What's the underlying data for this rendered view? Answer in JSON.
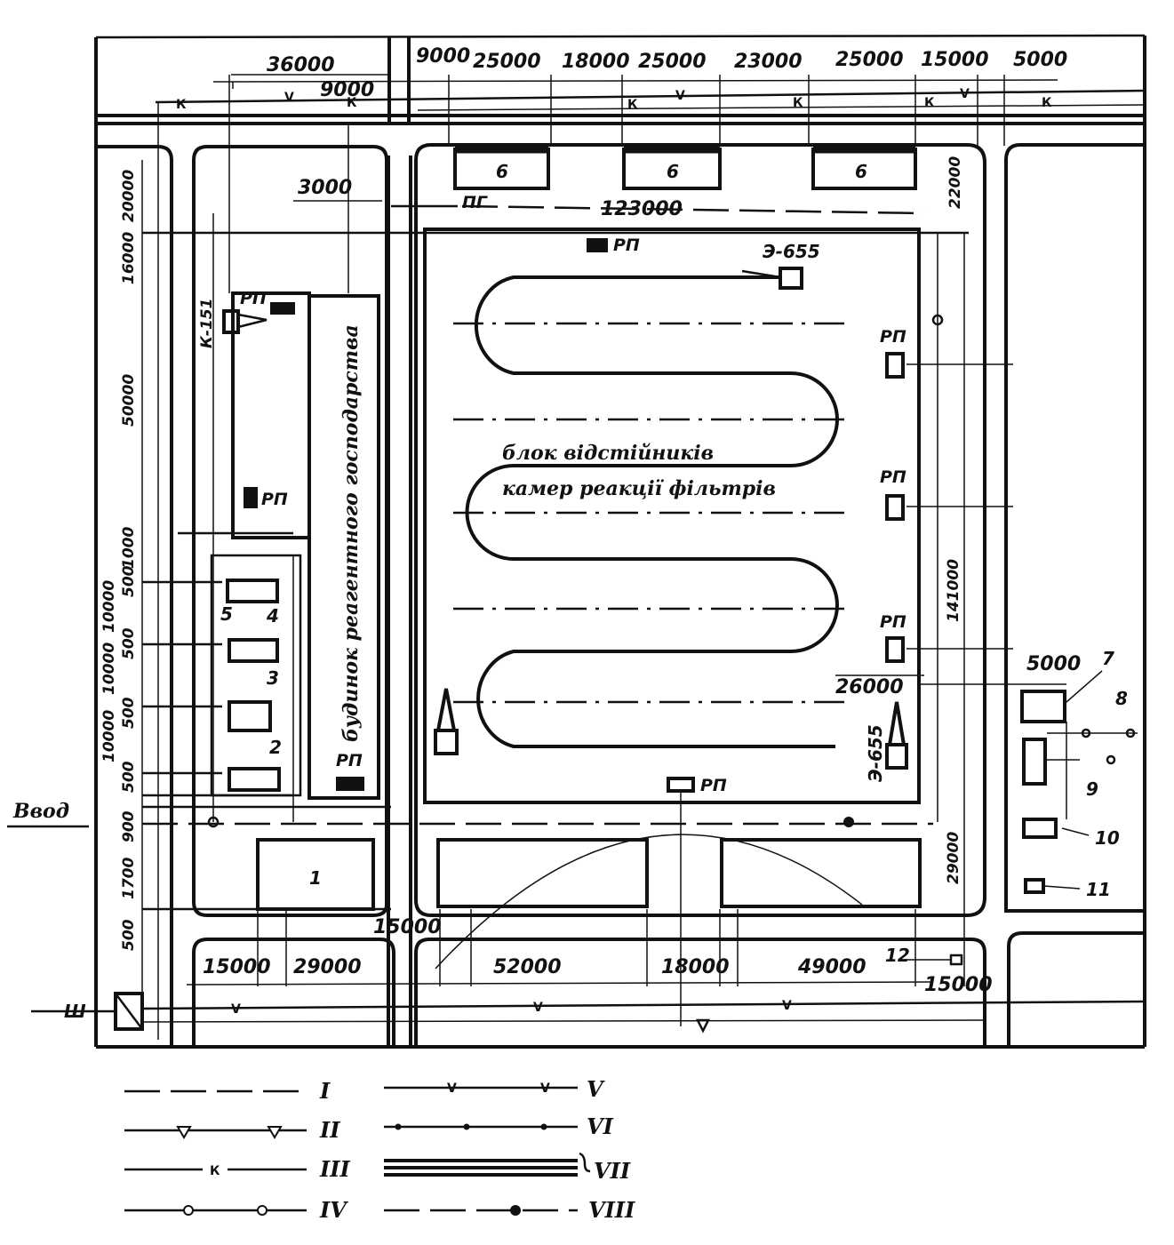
{
  "top_dimensions": [
    "36000",
    "9000",
    "25000",
    "18000",
    "25000",
    "23000",
    "25000",
    "15000",
    "5000"
  ],
  "upper_dimensions": [
    "9000",
    "3000",
    "123000",
    "22000",
    "20000",
    "16000"
  ],
  "left_dimensions": [
    "50000",
    "1000",
    "500",
    "10000",
    "500",
    "10000",
    "500",
    "10000",
    "500",
    "900",
    "1700",
    "500"
  ],
  "bottom_dimensions": [
    "15000",
    "15000",
    "29000",
    "52000",
    "18000",
    "49000",
    "15000"
  ],
  "right_dimensions": [
    "141000",
    "5000",
    "26000",
    "29000"
  ],
  "labels": {
    "main_block_line1": "блок  відстійників",
    "main_block_line2": "камер реакції фільтрів",
    "reagent_building": "будинок реагентного господарства",
    "inlet": "Ввод",
    "crane_k151": "К-151",
    "crane_e655_top": "Э-655",
    "crane_e655_bottom": "Э-655",
    "hydrant": "ПГ",
    "line_w": "Ш",
    "rp": "РП"
  },
  "facility_numbers": [
    "1",
    "2",
    "3",
    "4",
    "5",
    "6",
    "6",
    "6",
    "7",
    "8",
    "9",
    "10",
    "11",
    "12"
  ],
  "legend": [
    {
      "roman": "I",
      "style": "dashed"
    },
    {
      "roman": "II",
      "style": "triangles"
    },
    {
      "roman": "III",
      "style": "letter-k"
    },
    {
      "roman": "IV",
      "style": "circles"
    },
    {
      "roman": "V",
      "style": "v-marks"
    },
    {
      "roman": "VI",
      "style": "dots"
    },
    {
      "roman": "VII",
      "style": "double"
    },
    {
      "roman": "VIII",
      "style": "dash-dot"
    }
  ],
  "line_symbols": {
    "k": "К",
    "v": "V"
  }
}
